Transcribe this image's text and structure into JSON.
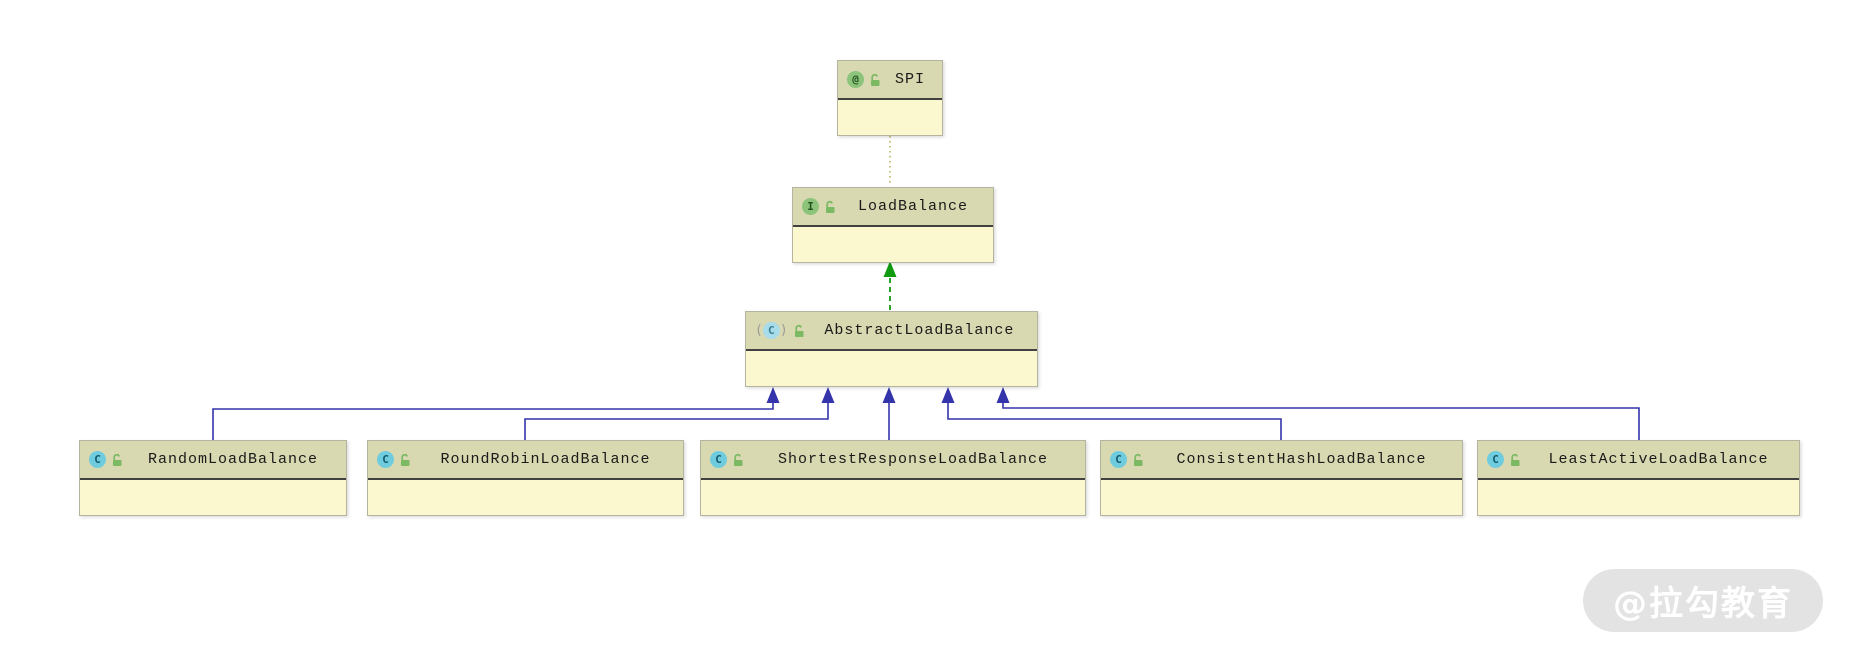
{
  "diagram": {
    "nodes": [
      {
        "id": "spi",
        "label": "SPI",
        "kind": "annotation",
        "icon": "annotation-icon",
        "glyph": "@",
        "visibility": "public"
      },
      {
        "id": "loadbalance",
        "label": "LoadBalance",
        "kind": "interface",
        "icon": "interface-icon",
        "glyph": "I",
        "visibility": "public"
      },
      {
        "id": "abstractloadbalance",
        "label": "AbstractLoadBalance",
        "kind": "abstract-class",
        "icon": "abstract-class-icon",
        "glyph": "C",
        "visibility": "public"
      },
      {
        "id": "randomloadbalance",
        "label": "RandomLoadBalance",
        "kind": "class",
        "icon": "class-icon",
        "glyph": "C",
        "visibility": "public"
      },
      {
        "id": "roundrobinloadbalance",
        "label": "RoundRobinLoadBalance",
        "kind": "class",
        "icon": "class-icon",
        "glyph": "C",
        "visibility": "public"
      },
      {
        "id": "shortestresponseloadbalance",
        "label": "ShortestResponseLoadBalance",
        "kind": "class",
        "icon": "class-icon",
        "glyph": "C",
        "visibility": "public"
      },
      {
        "id": "consistenthashloadbalance",
        "label": "ConsistentHashLoadBalance",
        "kind": "class",
        "icon": "class-icon",
        "glyph": "C",
        "visibility": "public"
      },
      {
        "id": "leastactiveloadbalance",
        "label": "LeastActiveLoadBalance",
        "kind": "class",
        "icon": "class-icon",
        "glyph": "C",
        "visibility": "public"
      }
    ],
    "edges": [
      {
        "from": "LoadBalance",
        "to": "SPI",
        "type": "annotated-by",
        "style": "dotted-olive"
      },
      {
        "from": "AbstractLoadBalance",
        "to": "LoadBalance",
        "type": "implements",
        "style": "dashed-green-arrow"
      },
      {
        "from": "RandomLoadBalance",
        "to": "AbstractLoadBalance",
        "type": "extends",
        "style": "solid-blue-arrow"
      },
      {
        "from": "RoundRobinLoadBalance",
        "to": "AbstractLoadBalance",
        "type": "extends",
        "style": "solid-blue-arrow"
      },
      {
        "from": "ShortestResponseLoadBalance",
        "to": "AbstractLoadBalance",
        "type": "extends",
        "style": "solid-blue-arrow"
      },
      {
        "from": "ConsistentHashLoadBalance",
        "to": "AbstractLoadBalance",
        "type": "extends",
        "style": "solid-blue-arrow"
      },
      {
        "from": "LeastActiveLoadBalance",
        "to": "AbstractLoadBalance",
        "type": "extends",
        "style": "solid-blue-arrow"
      }
    ],
    "colors": {
      "node_header_bg": "#d8d8b1",
      "node_body_bg": "#fbf8d0",
      "node_border": "#b4b4a0",
      "separator": "#414141",
      "extends_edge": "#3434ab",
      "implements_edge": "#0f9a0f",
      "annotation_edge": "#b6b65e",
      "annotation_badge": "#8cc47c",
      "class_badge": "#6fccdf",
      "lock_icon": "#7cb963"
    },
    "watermark": "@拉勾教育"
  }
}
